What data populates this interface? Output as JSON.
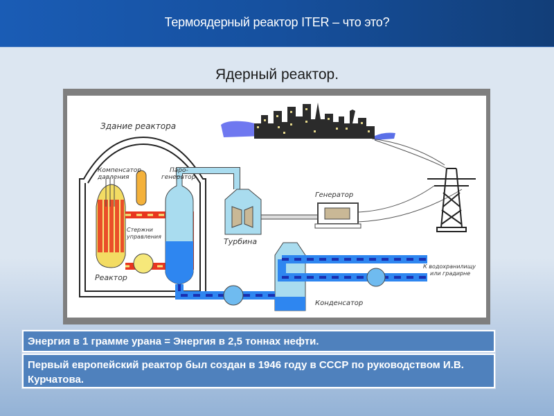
{
  "header": {
    "title": "Термоядерный реактор ITER – что это?"
  },
  "subtitle": "Ядерный реактор.",
  "diagram": {
    "labels": {
      "building": "Здание реактора",
      "pressurizer_1": "Компенсатор",
      "pressurizer_2": "давления",
      "steam_gen_1": "Паро-",
      "steam_gen_2": "генератор",
      "control_rods_1": "Стержни",
      "control_rods_2": "управления",
      "reactor": "Реактор",
      "turbine": "Турбина",
      "generator": "Генератор",
      "condenser": "Конденсатор",
      "reservoir_1": "К водохранилищу",
      "reservoir_2": "или градирне"
    },
    "colors": {
      "hot": "#e8361f",
      "cold": "#1f4fe0",
      "water": "#a9dcef",
      "yellow": "#f6e87a"
    }
  },
  "facts": [
    "Энергия в 1 грамме урана = Энергия в 2,5 тоннах нефти.",
    "Первый европейский реактор был создан в 1946 году в СССР по руководством И.В. Курчатова."
  ]
}
